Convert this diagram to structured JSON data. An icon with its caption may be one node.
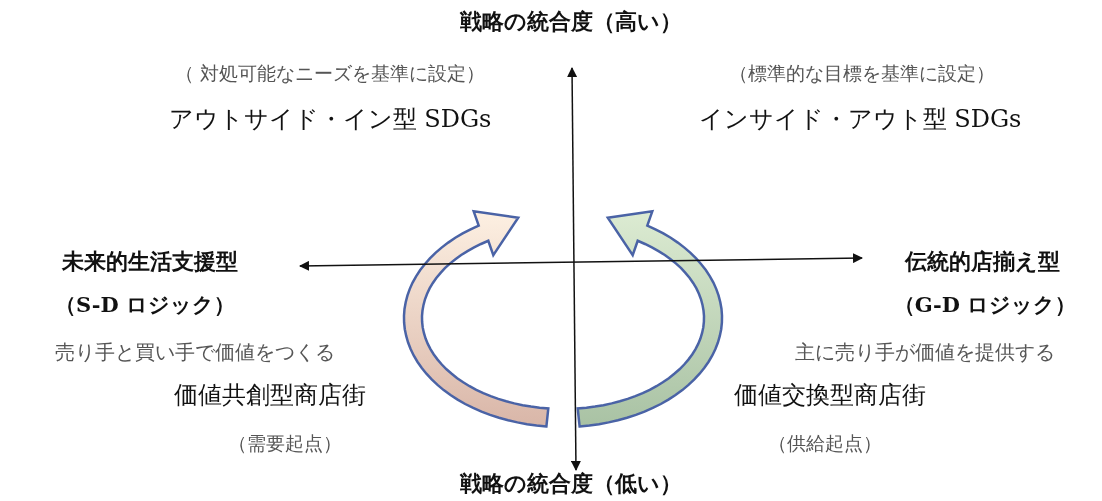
{
  "diagram": {
    "labels": [
      "戦略の統合度（高い）",
      "（ 対処可能なニーズを基準に設定）",
      "（標準的な目標を基準に設定）",
      "アウトサイド・イン型 SDGs",
      "インサイド・アウト型 SDGs",
      "未来的生活支援型",
      "伝統的店揃え型",
      "（S-D ロジック）",
      "（G-D ロジック）",
      "売り手と買い手で価値をつくる",
      "主に売り手が価値を提供する",
      "価値共創型商店街",
      "価値交換型商店街",
      "（需要起点）",
      "（供給起点）",
      "戦略の統合度（低い）"
    ]
  }
}
